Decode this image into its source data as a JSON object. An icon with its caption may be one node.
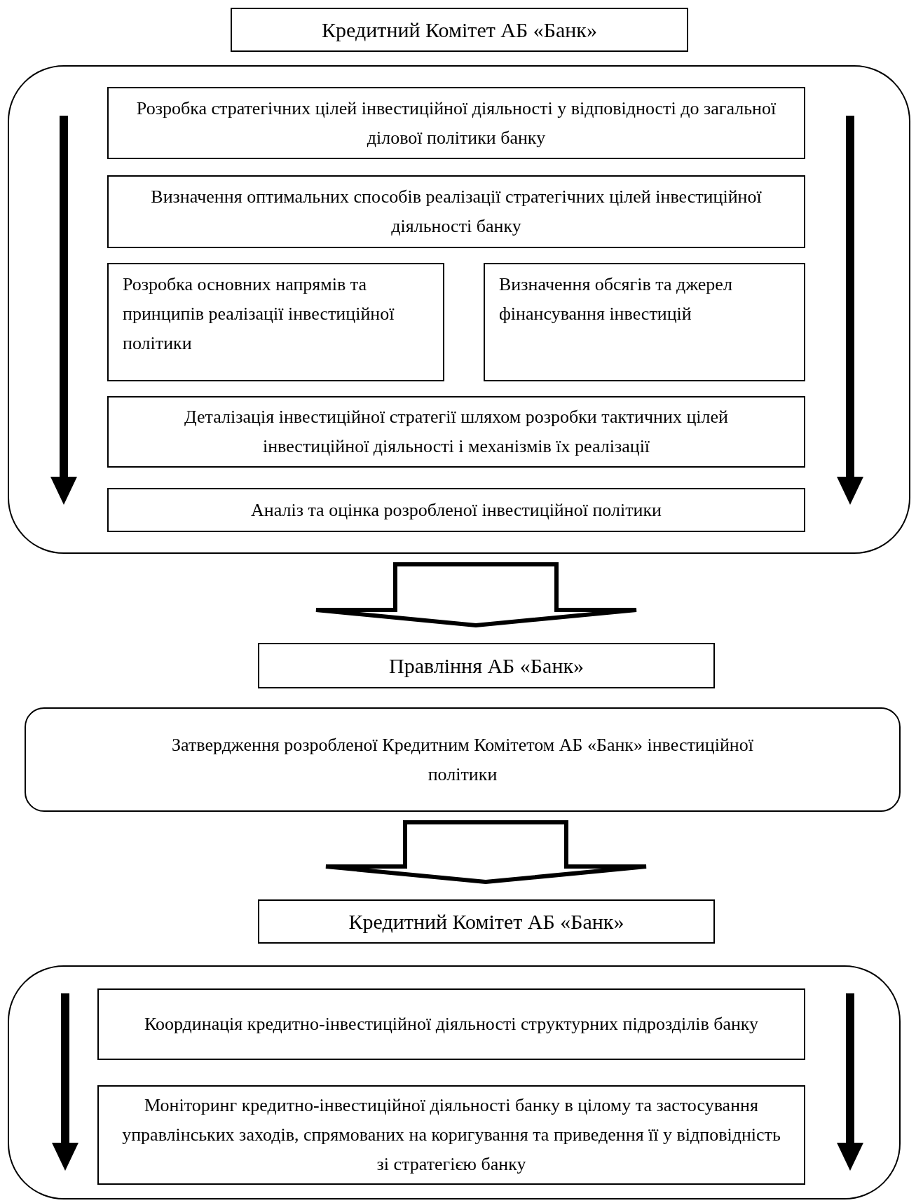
{
  "diagram": {
    "nodes": [
      {
        "text": [
          "Кредитний Комітет АБ «Банк»"
        ]
      },
      {
        "text": [],
        "shape": "box"
      },
      {
        "text": [
          "Розробка стратегічних цілей інвестиційної діяльності у відповідності до загальної ділової політики банку"
        ],
        "in": 1
      },
      {
        "text": [
          "Визначення оптимальних способів реалізації стратегічних цілей інвестиційної діяльності банку"
        ],
        "in": 1
      },
      {
        "text": [
          "Розробка основних напрямів та принципів реалізації інвестиційної політики"
        ],
        "in": 1
      },
      {
        "text": [
          "Визначення обсягів та джерел фінансування інвестицій"
        ],
        "in": 1
      },
      {
        "text": [
          "Деталізація інвестиційної стратегії шляхом розробки тактичних цілей інвестиційної діяльності і механізмів їх реалізації"
        ],
        "in": 1
      },
      {
        "text": [
          "Аналіз та оцінка розробленої інвестиційної політики"
        ],
        "in": 1
      },
      {
        "text": [
          "Правління АБ «Банк»"
        ]
      },
      {
        "text": [
          "Затвердження розробленої Кредитним Комітетом АБ «Банк» інвестиційної політики"
        ]
      },
      {
        "text": [
          "Кредитний Комітет АБ «Банк»"
        ]
      },
      {
        "text": [],
        "shape": "box"
      },
      {
        "text": [
          "Координація кредитно-інвестиційної діяльності структурних підрозділів банку"
        ],
        "in": 11
      },
      {
        "text": [
          "Моніторинг кредитно-інвестиційної діяльності банку в цілому та застосування управлінських заходів, спрямованих на коригування та приведення її у відповідність зі стратегією банку"
        ],
        "in": 11
      }
    ],
    "edges": [
      {
        "from": 1,
        "to": 8,
        "arrow": "to",
        "style": "thick"
      },
      {
        "from": 9,
        "to": 10,
        "arrow": "to",
        "style": "thick"
      }
    ]
  }
}
